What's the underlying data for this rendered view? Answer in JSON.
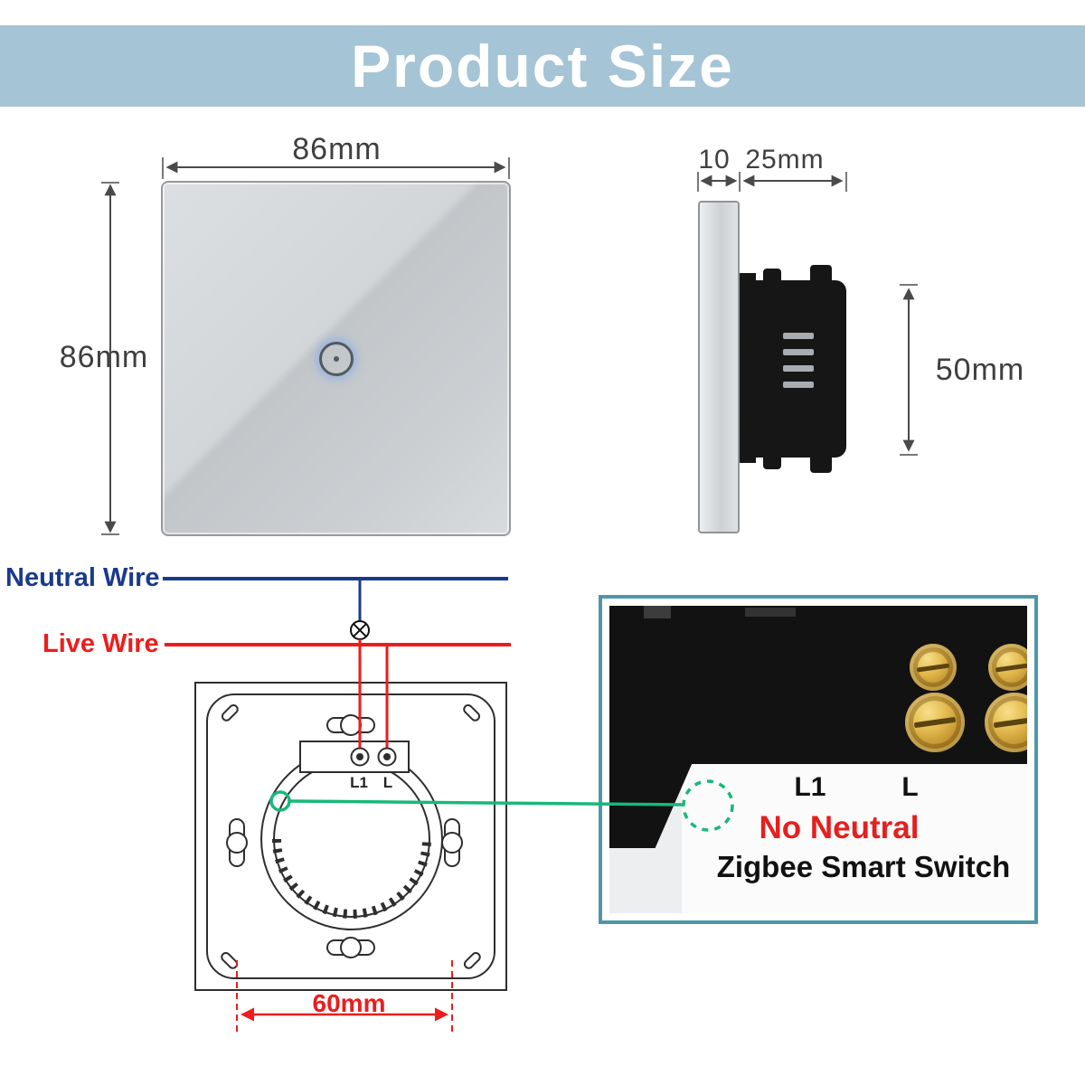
{
  "header": {
    "title": "Product Size",
    "bg_color": "#a5c4d6"
  },
  "front_view": {
    "width_label": "86mm",
    "height_label": "86mm"
  },
  "side_view": {
    "thickness_label": "10",
    "depth_label": "25mm",
    "height_label": "50mm"
  },
  "wiring": {
    "neutral_label": "Neutral Wire",
    "live_label": "Live Wire",
    "neutral_color": "#1a3a8e",
    "live_color": "#ee1c1c",
    "terminal_l1_label": "L1",
    "terminal_l_label": "L",
    "hole_spacing_label": "60mm"
  },
  "inset": {
    "frame_color": "#4f97a8",
    "callout_color": "#17b87a",
    "terminal_l1_label": "L1",
    "terminal_l_label": "L",
    "no_neutral_label": "No Neutral",
    "product_label": "Zigbee Smart Switch"
  }
}
